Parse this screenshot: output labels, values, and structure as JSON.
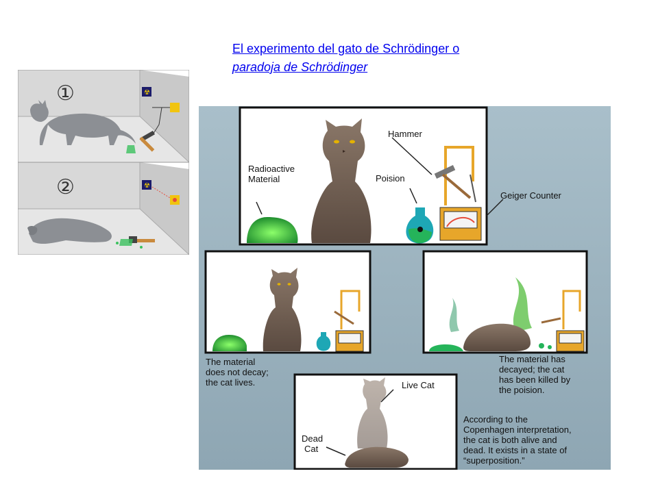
{
  "title": {
    "line1": "El experimento del gato de Schrödinger o",
    "line2": "paradoja de Schrödinger"
  },
  "left_figure": {
    "panel1_number": "①",
    "panel2_number": "②"
  },
  "right_figure": {
    "labels": {
      "hammer": "Hammer",
      "radioactive_1": "Radioactive",
      "radioactive_2": "Material",
      "poison": "Poision",
      "geiger": "Geiger Counter",
      "no_decay_1": "The material",
      "no_decay_2": "does not decay;",
      "no_decay_3": "the cat lives.",
      "decay_1": "The material has",
      "decay_2": "decayed; the cat",
      "decay_3": "has been killed by",
      "decay_4": "the poision.",
      "live_cat": "Live Cat",
      "dead_cat_1": "Dead",
      "dead_cat_2": "Cat",
      "copen_1": "According to the",
      "copen_2": "Copenhagen interpretation,",
      "copen_3": "the cat is both alive and",
      "copen_4": "dead. It exists in a state of",
      "copen_5": "“superposition.”"
    }
  },
  "colors": {
    "link": "#0000ee",
    "diagram_bg": "#9fb6c2",
    "cat_brown": "#6b5a4e",
    "radioactive_green": "#2ea84a"
  }
}
